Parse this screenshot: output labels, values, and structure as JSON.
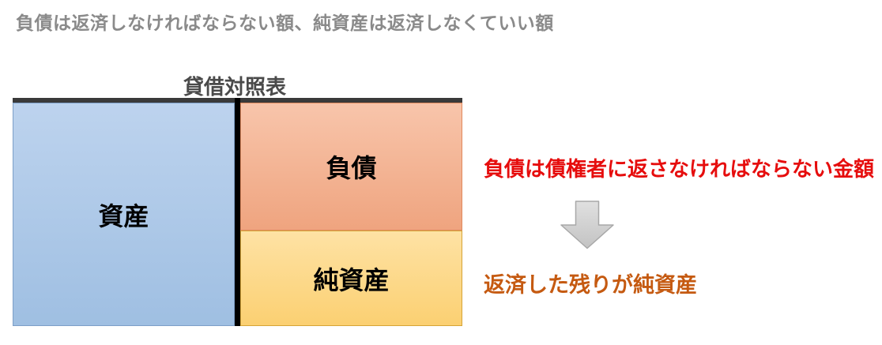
{
  "page": {
    "title": "負債は返済しなければならない額、純資産は返済しなくていい額",
    "background": "#ffffff",
    "title_color": "#8a8a8a"
  },
  "balance_sheet": {
    "heading": "貸借対照表",
    "heading_color": "#4a4a4a",
    "top_bar_color": "#3a3a3a",
    "divider_color": "#000000",
    "assets": {
      "label": "資産",
      "fill": "#aec9e8",
      "border": "#7d9fc7"
    },
    "liabilities": {
      "label": "負債",
      "fill": "#f3b496",
      "border": "#e08a5e"
    },
    "net_assets": {
      "label": "純資産",
      "fill": "#fcd98a",
      "border": "#d6a437"
    }
  },
  "notes": {
    "liabilities_note": {
      "text": "負債は債権者に返さなければならない金額",
      "color": "#e60d0d"
    },
    "arrow_icon": "down-arrow",
    "arrow_fill": "#d4d4d4",
    "net_assets_note": {
      "text": "返済した残りが純資産",
      "color": "#c55a11"
    }
  }
}
